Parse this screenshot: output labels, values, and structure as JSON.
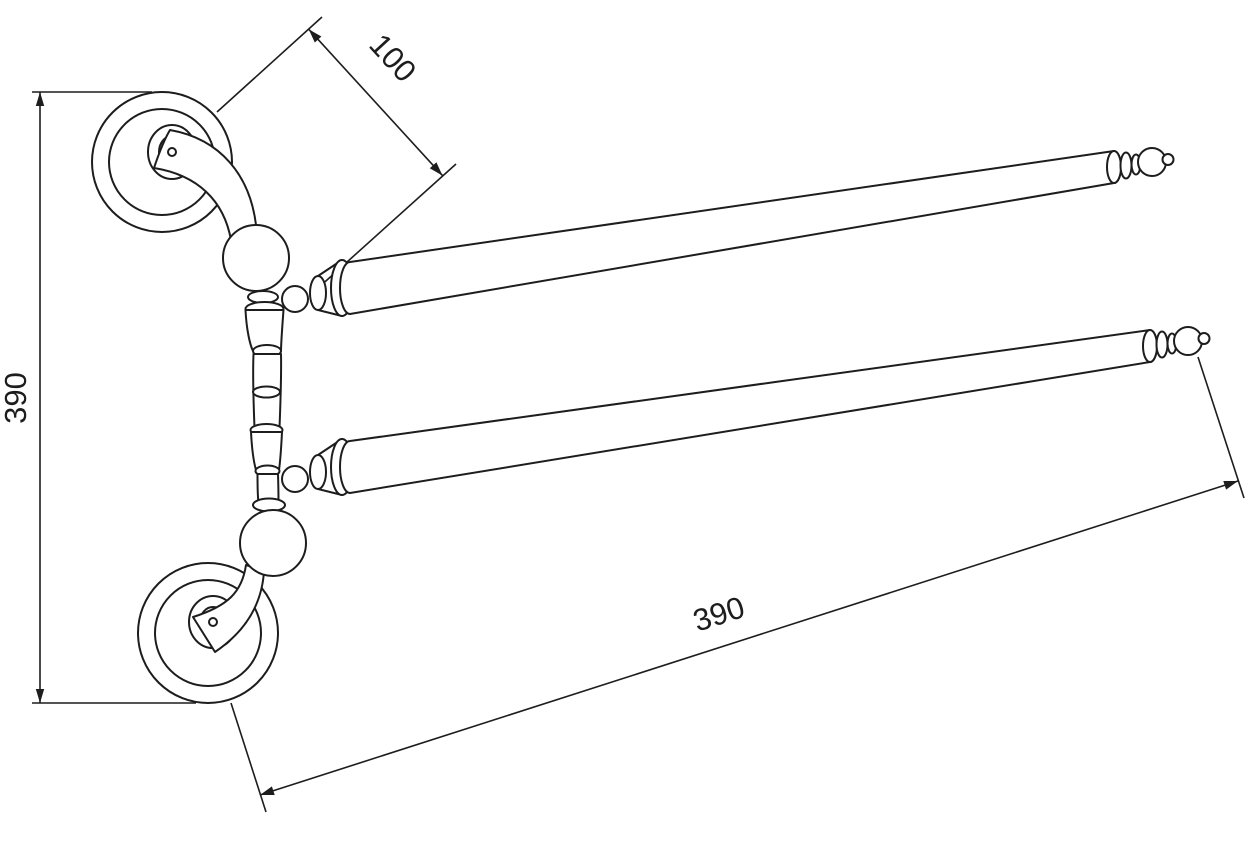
{
  "figure": {
    "type": "technical line drawing",
    "subject": "wall-mounted double swivel towel bar",
    "background_color": "#ffffff",
    "line_color": "#1d1d1d"
  },
  "dimensions": {
    "arm_offset": {
      "value": "100"
    },
    "overall_height": {
      "value": "390"
    },
    "bar_length": {
      "value": "390"
    }
  }
}
